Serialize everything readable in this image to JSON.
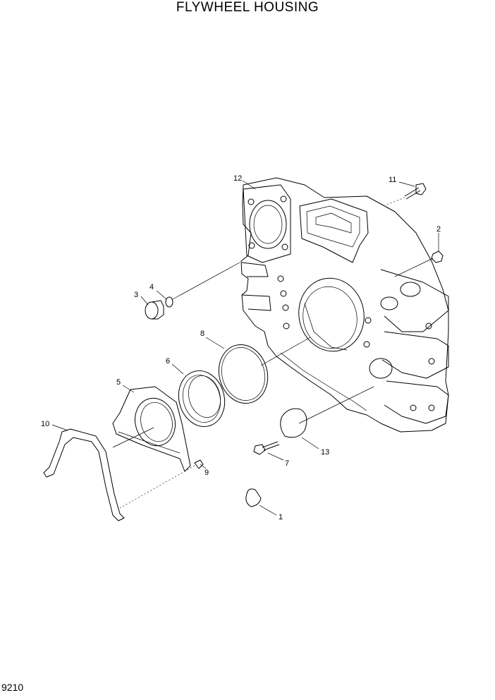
{
  "page": {
    "title": "FLYWHEEL HOUSING",
    "number": "9210"
  },
  "callouts": {
    "c1": "1",
    "c2": "2",
    "c3": "3",
    "c4": "4",
    "c5": "5",
    "c6": "6",
    "c7": "7",
    "c8": "8",
    "c9": "9",
    "c10": "10",
    "c11": "11",
    "c12": "12",
    "c13": "13"
  }
}
